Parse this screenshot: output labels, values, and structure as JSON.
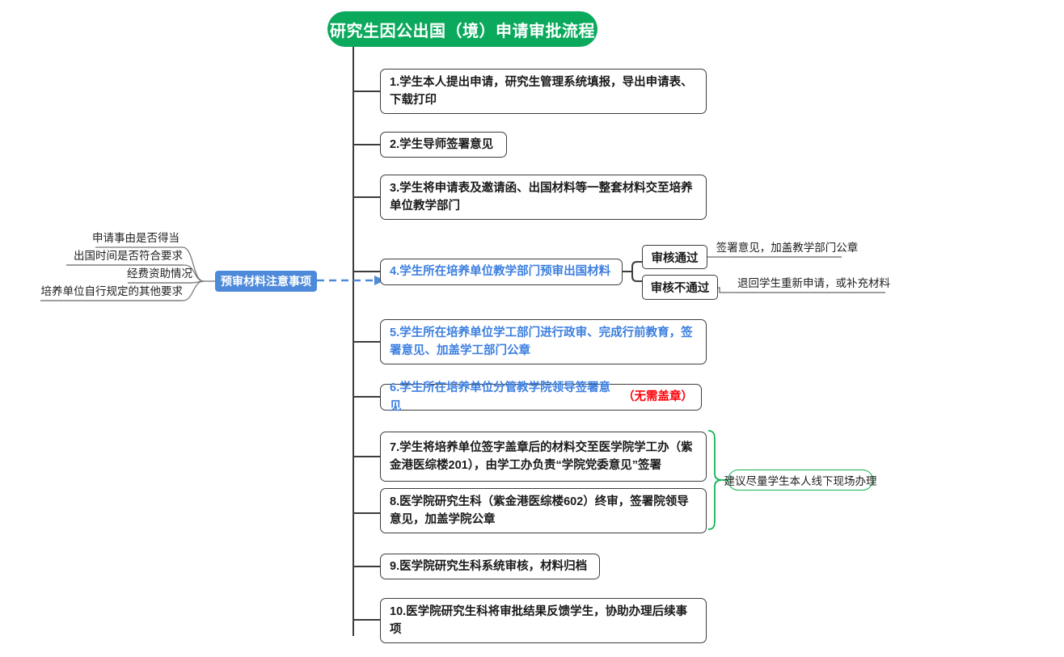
{
  "diagram": {
    "title": "研究生因公出国（境）申请审批流程",
    "root_color": "#0AA95C",
    "accent_blue": "#3c7fe0",
    "node_blue": "#4d8ada",
    "accent_red": "#fb0007",
    "accent_green": "#12b558"
  },
  "steps": [
    {
      "text": "1.学生本人提出申请，研究生管理系统填报，导出申请表、下载打印"
    },
    {
      "text": "2.学生导师签署意见"
    },
    {
      "text": "3.学生将申请表及邀请函、出国材料等一整套材料交至培养单位教学部门"
    },
    {
      "text": "4.学生所在培养单位教学部门预审出国材料"
    },
    {
      "text": "5.学生所在培养单位学工部门进行政审、完成行前教育，签署意见、加盖学工部门公章"
    },
    {
      "text": "6.学生所在培养单位分管教学院领导签署意见",
      "suffix": "（无需盖章）"
    },
    {
      "text": "7.学生将培养单位签字盖章后的材料交至医学院学工办（紫金港医综楼201），由学工办负责“学院党委意见”签署"
    },
    {
      "text": "8.医学院研究生科（紫金港医综楼602）终审，签署院领导意见，加盖学院公章"
    },
    {
      "text": "9.医学院研究生科系统审核，材料归档"
    },
    {
      "text": "10.医学院研究生科将审批结果反馈学生，协助办理后续事项"
    }
  ],
  "prereview": {
    "label": "预审材料注意事项",
    "items": [
      "申请事由是否得当",
      "出国时间是否符合要求",
      "经费资助情况",
      "培养单位自行规定的其他要求"
    ]
  },
  "review_outcomes": [
    {
      "node": "审核通过",
      "result": "签署意见，加盖教学部门公章"
    },
    {
      "node": "审核不通过",
      "result": "退回学生重新申请，或补充材料"
    }
  ],
  "offline_note": "建议尽量学生本人线下现场办理"
}
